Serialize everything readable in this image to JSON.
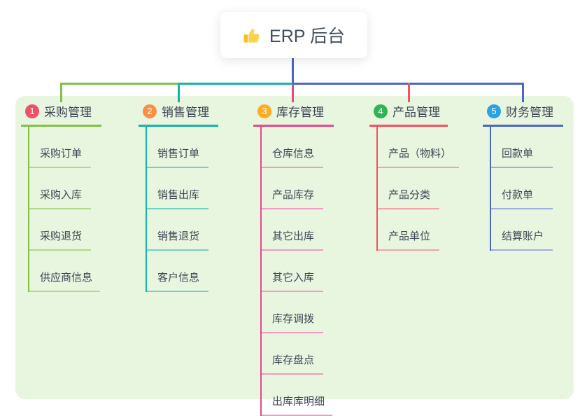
{
  "root": {
    "label": "ERP 后台",
    "icon": "thumbs-up-icon",
    "icon_color": "#f4c01e"
  },
  "canvas": {
    "background": "#ffffff",
    "panel_color": "#e8f5df",
    "text_color": "#3d4856"
  },
  "branches": [
    {
      "index": "1",
      "label": "采购管理",
      "badge_color": "#ec5168",
      "color": "#82c04a",
      "light_color": "#b2d98c",
      "children": [
        "采购订单",
        "采购入库",
        "采购退货",
        "供应商信息"
      ]
    },
    {
      "index": "2",
      "label": "销售管理",
      "badge_color": "#fb8f44",
      "color": "#17b3a6",
      "light_color": "#74d0c6",
      "children": [
        "销售订单",
        "销售出库",
        "销售退货",
        "客户信息"
      ]
    },
    {
      "index": "3",
      "label": "库存管理",
      "badge_color": "#ffad27",
      "color": "#e2498f",
      "light_color": "#f19cc5",
      "children": [
        "仓库信息",
        "产品库存",
        "其它出库",
        "其它入库",
        "库存调拨",
        "库存盘点",
        "出库库明细"
      ]
    },
    {
      "index": "4",
      "label": "产品管理",
      "badge_color": "#30b553",
      "color": "#f5515f",
      "light_color": "#f8a0a8",
      "children": [
        "产品（物料）",
        "产品分类",
        "产品单位"
      ]
    },
    {
      "index": "5",
      "label": "财务管理",
      "badge_color": "#2ba3e2",
      "color": "#4a66c6",
      "light_color": "#9dafe0",
      "children": [
        "回款单",
        "付款单",
        "结算账户"
      ]
    }
  ]
}
